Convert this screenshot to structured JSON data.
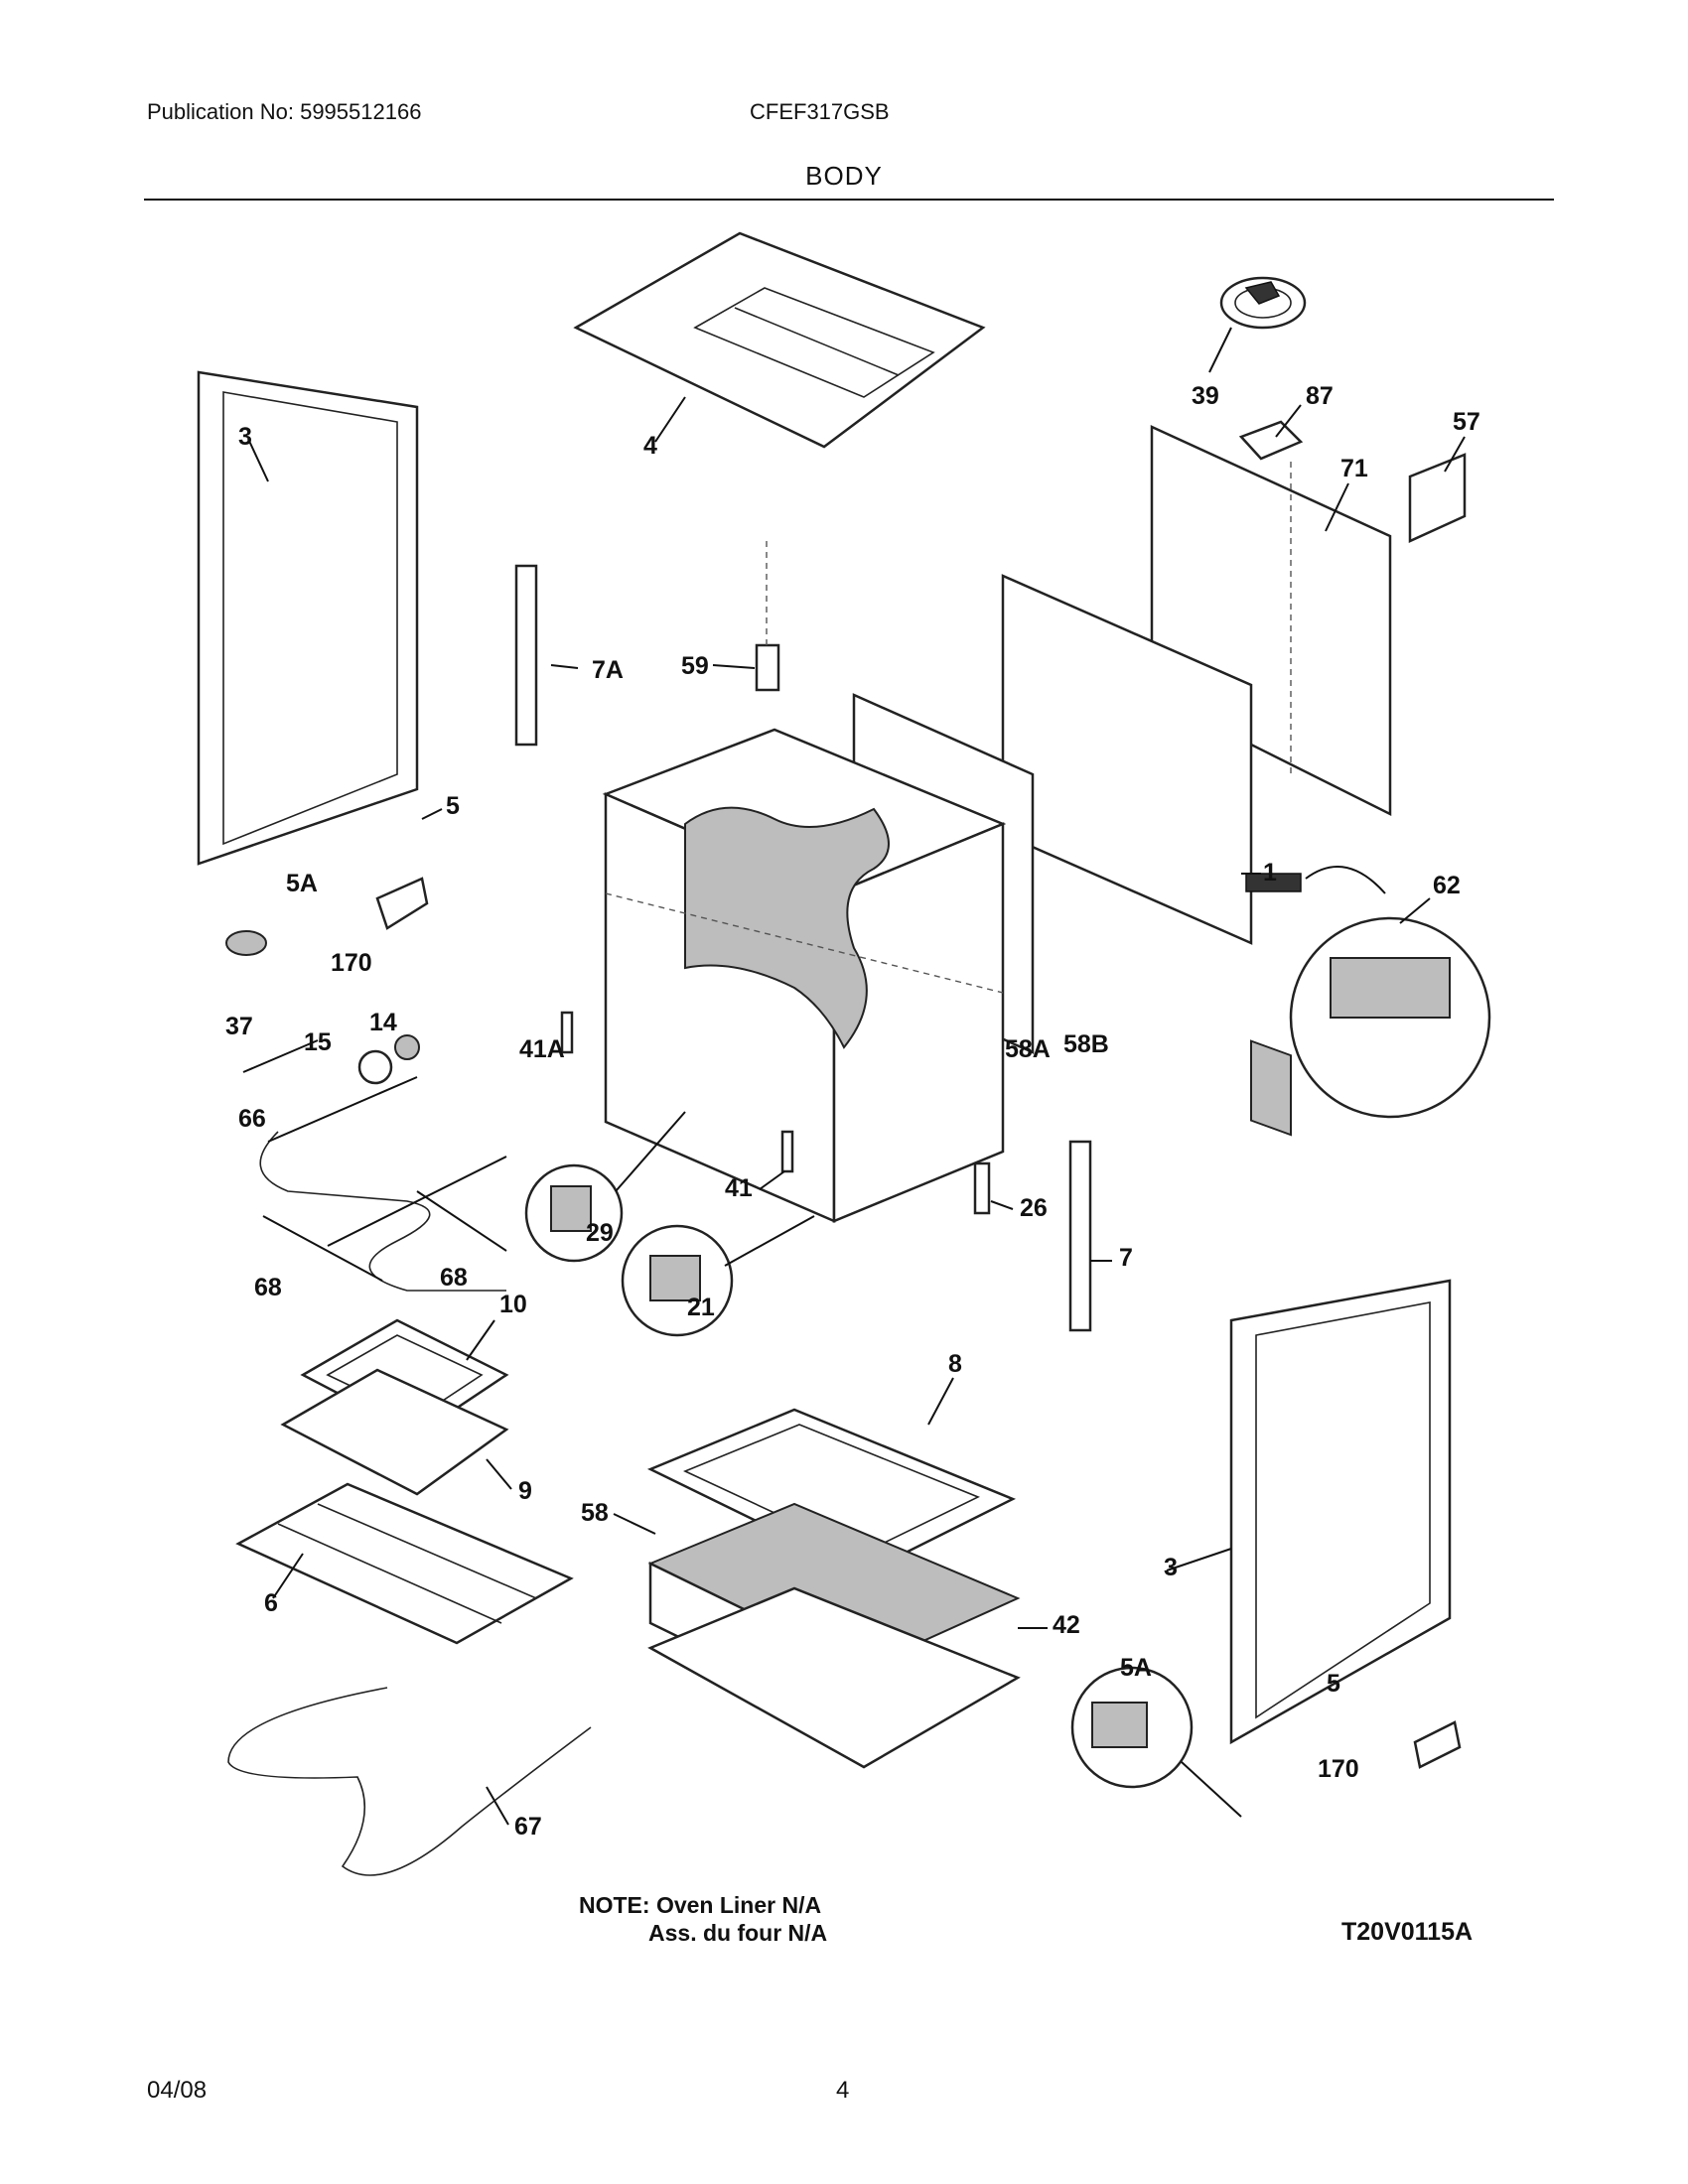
{
  "header": {
    "publication": "Publication No: 5995512166",
    "model": "CFEF317GSB",
    "section_title": "BODY"
  },
  "callouts": {
    "c1": "1",
    "c3a": "3",
    "c3b": "3",
    "c4": "4",
    "c5a": "5",
    "c5b": "5",
    "c5Aa": "5A",
    "c5Ab": "5A",
    "c6": "6",
    "c7": "7",
    "c7A": "7A",
    "c8": "8",
    "c9": "9",
    "c10": "10",
    "c14": "14",
    "c15": "15",
    "c21": "21",
    "c26": "26",
    "c29": "29",
    "c37": "37",
    "c39": "39",
    "c41": "41",
    "c41A": "41A",
    "c42": "42",
    "c57": "57",
    "c58": "58",
    "c58A": "58A",
    "c58B": "58B",
    "c59": "59",
    "c62": "62",
    "c66": "66",
    "c67": "67",
    "c68a": "68",
    "c68b": "68",
    "c71": "71",
    "c87": "87",
    "c170a": "170",
    "c170b": "170"
  },
  "note": {
    "line1": "NOTE: Oven Liner N/A",
    "line2": "Ass. du four N/A"
  },
  "drawing_code": "T20V0115A",
  "footer": {
    "date": "04/08",
    "page": "4"
  }
}
